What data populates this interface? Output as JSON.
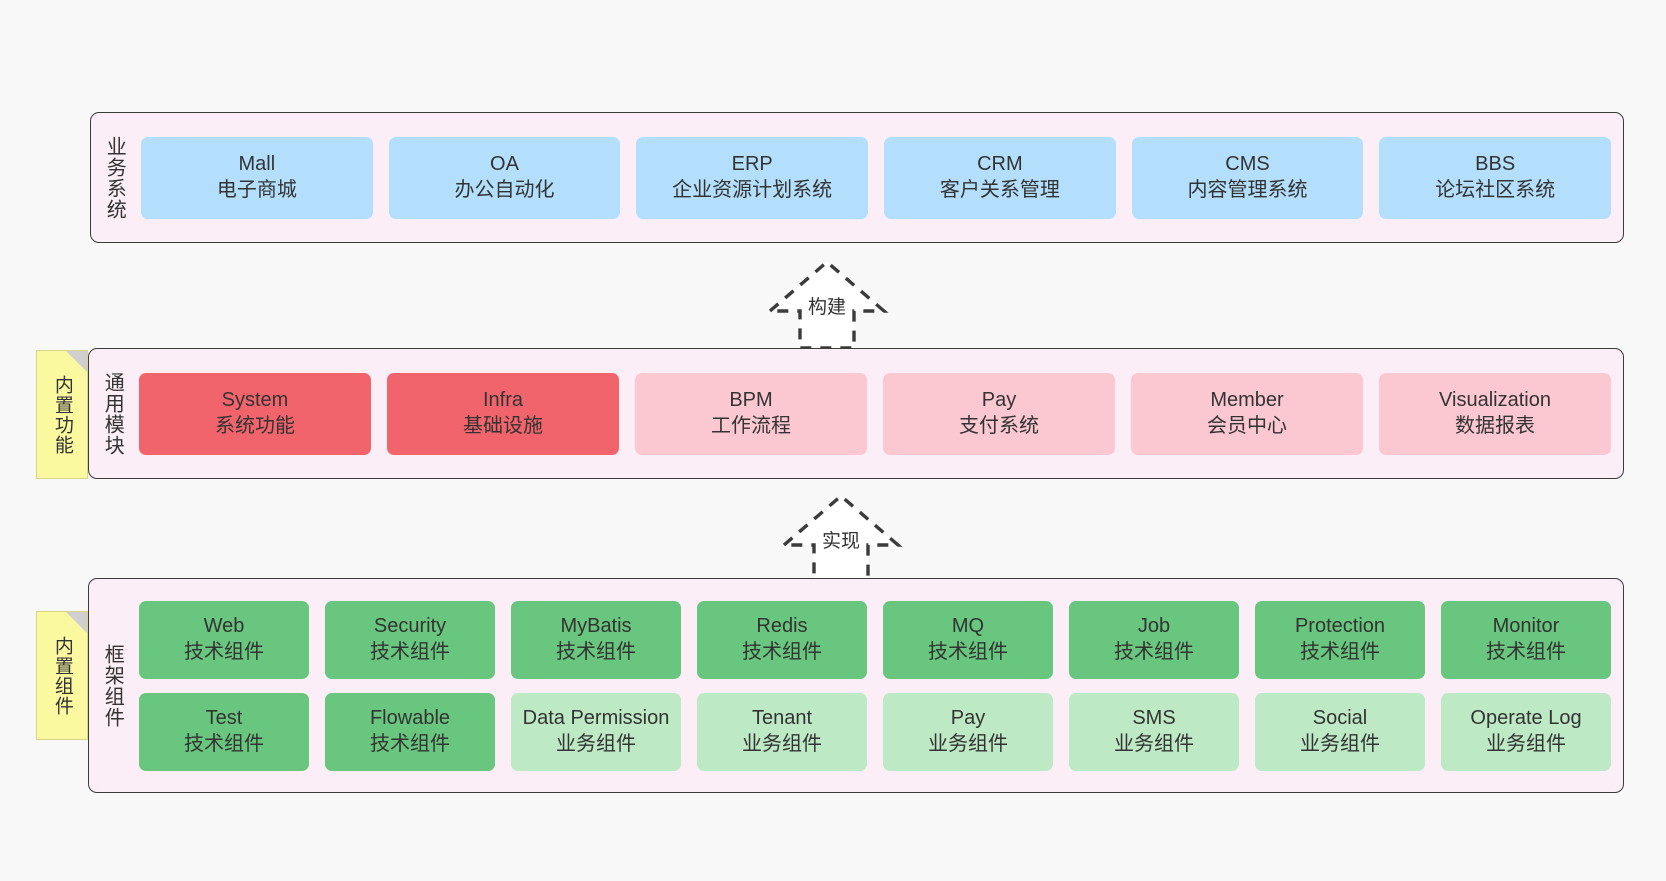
{
  "diagram": {
    "background": "#f8f8f8",
    "band_fill": "#fbeef6",
    "colors": {
      "blue": "#b3dffc",
      "red": "#f2646c",
      "pink": "#fbc8d2",
      "green": "#68c67e",
      "light_green": "#bde9c5",
      "note_yellow": "#fbf9a0",
      "border": "#3b3b3b"
    }
  },
  "layers": [
    {
      "id": "business-systems",
      "title": "业务系统",
      "rows": [
        [
          {
            "en": "Mall",
            "cn": "电子商城",
            "color": "blue"
          },
          {
            "en": "OA",
            "cn": "办公自动化",
            "color": "blue"
          },
          {
            "en": "ERP",
            "cn": "企业资源计划系统",
            "color": "blue"
          },
          {
            "en": "CRM",
            "cn": "客户关系管理",
            "color": "blue"
          },
          {
            "en": "CMS",
            "cn": "内容管理系统",
            "color": "blue"
          },
          {
            "en": "BBS",
            "cn": "论坛社区系统",
            "color": "blue"
          }
        ]
      ]
    },
    {
      "id": "general-modules",
      "title": "通用模块",
      "note": "内置功能",
      "rows": [
        [
          {
            "en": "System",
            "cn": "系统功能",
            "color": "red"
          },
          {
            "en": "Infra",
            "cn": "基础设施",
            "color": "red"
          },
          {
            "en": "BPM",
            "cn": "工作流程",
            "color": "pink"
          },
          {
            "en": "Pay",
            "cn": "支付系统",
            "color": "pink"
          },
          {
            "en": "Member",
            "cn": "会员中心",
            "color": "pink"
          },
          {
            "en": "Visualization",
            "cn": "数据报表",
            "color": "pink"
          }
        ]
      ]
    },
    {
      "id": "framework-components",
      "title": "框架组件",
      "note": "内置组件",
      "rows": [
        [
          {
            "en": "Web",
            "cn": "技术组件",
            "color": "green"
          },
          {
            "en": "Security",
            "cn": "技术组件",
            "color": "green"
          },
          {
            "en": "MyBatis",
            "cn": "技术组件",
            "color": "green"
          },
          {
            "en": "Redis",
            "cn": "技术组件",
            "color": "green"
          },
          {
            "en": "MQ",
            "cn": "技术组件",
            "color": "green"
          },
          {
            "en": "Job",
            "cn": "技术组件",
            "color": "green"
          },
          {
            "en": "Protection",
            "cn": "技术组件",
            "color": "green"
          },
          {
            "en": "Monitor",
            "cn": "技术组件",
            "color": "green"
          }
        ],
        [
          {
            "en": "Test",
            "cn": "技术组件",
            "color": "green"
          },
          {
            "en": "Flowable",
            "cn": "技术组件",
            "color": "green"
          },
          {
            "en": "Data Permission",
            "cn": "业务组件",
            "color": "light_green"
          },
          {
            "en": "Tenant",
            "cn": "业务组件",
            "color": "light_green"
          },
          {
            "en": "Pay",
            "cn": "业务组件",
            "color": "light_green"
          },
          {
            "en": "SMS",
            "cn": "业务组件",
            "color": "light_green"
          },
          {
            "en": "Social",
            "cn": "业务组件",
            "color": "light_green"
          },
          {
            "en": "Operate Log",
            "cn": "业务组件",
            "color": "light_green"
          }
        ]
      ]
    }
  ],
  "connectors": [
    {
      "id": "build-arrow",
      "label": "构建"
    },
    {
      "id": "implement-arrow",
      "label": "实现"
    }
  ]
}
